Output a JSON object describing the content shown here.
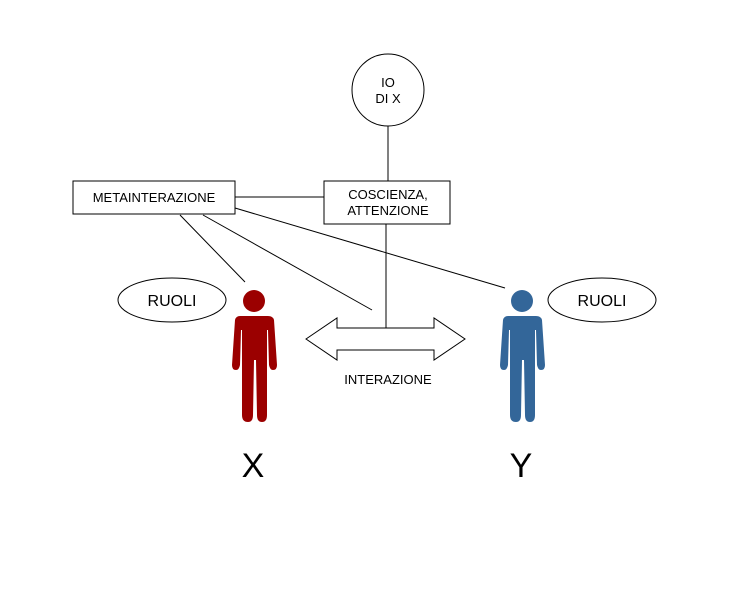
{
  "diagram": {
    "io_node": {
      "line1": "IO",
      "line2": "DI X"
    },
    "coscienza_node": {
      "line1": "COSCIENZA,",
      "line2": "ATTENZIONE"
    },
    "metainterazione_node": {
      "label": "METAINTERAZIONE"
    },
    "roles_left": {
      "label": "RUOLI"
    },
    "roles_right": {
      "label": "RUOLI"
    },
    "interaction_arrow": {
      "label": "INTERAZIONE"
    },
    "person_x": {
      "label": "X",
      "color": "#9b0000"
    },
    "person_y": {
      "label": "Y",
      "color": "#336699"
    }
  }
}
